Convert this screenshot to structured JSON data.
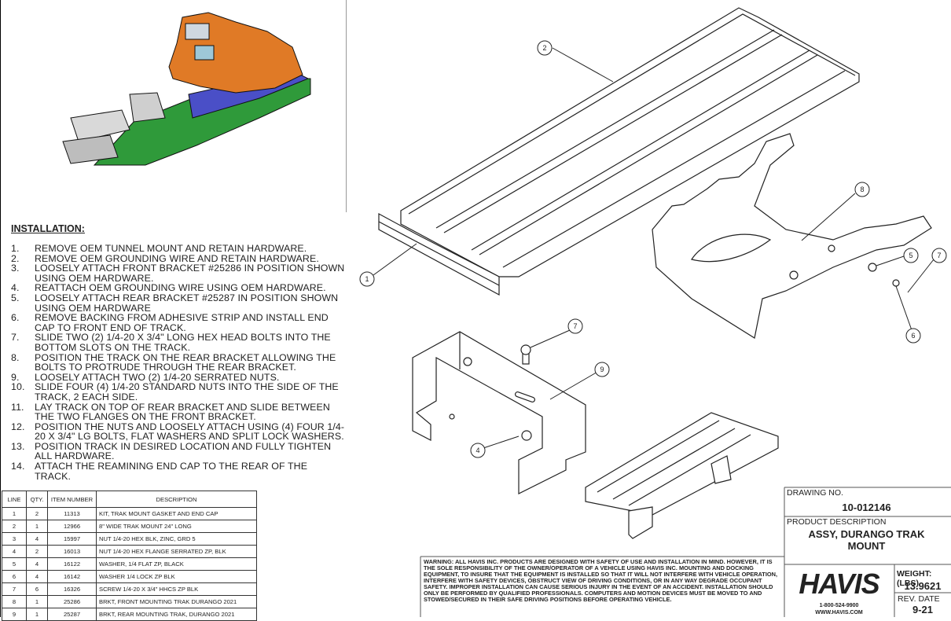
{
  "installation": {
    "heading": "INSTALLATION:",
    "steps": [
      {
        "n": "1.",
        "text": "REMOVE OEM TUNNEL MOUNT AND RETAIN HARDWARE."
      },
      {
        "n": "2.",
        "text": "REMOVE OEM GROUNDING WIRE AND RETAIN HARDWARE."
      },
      {
        "n": "3.",
        "text": "LOOSELY ATTACH FRONT BRACKET #25286 IN POSITION SHOWN USING OEM HARDWARE."
      },
      {
        "n": "4.",
        "text": "REATTACH OEM GROUNDING WIRE USING OEM HARDWARE."
      },
      {
        "n": "5.",
        "text": "LOOSELY ATTACH REAR BRACKET #25287 IN POSITION SHOWN USING OEM HARDWARE"
      },
      {
        "n": "6.",
        "text": "REMOVE BACKING FROM ADHESIVE STRIP AND INSTALL END CAP TO FRONT END OF TRACK."
      },
      {
        "n": "7.",
        "text": "SLIDE TWO (2)  1/4-20 X 3/4\" LONG HEX HEAD BOLTS INTO THE BOTTOM SLOTS ON THE TRACK."
      },
      {
        "n": "8.",
        "text": "POSITION THE TRACK ON THE REAR BRACKET ALLOWING THE BOLTS TO PROTRUDE THROUGH THE REAR BRACKET."
      },
      {
        "n": "9.",
        "text": "LOOSELY ATTACH TWO (2) 1/4-20 SERRATED NUTS."
      },
      {
        "n": "10.",
        "text": "SLIDE FOUR (4) 1/4-20 STANDARD NUTS INTO THE SIDE OF THE TRACK, 2 EACH SIDE."
      },
      {
        "n": "11.",
        "text": "LAY TRACK ON TOP OF REAR BRACKET AND SLIDE BETWEEN THE TWO FLANGES ON THE FRONT BRACKET."
      },
      {
        "n": "12.",
        "text": "POSITION THE NUTS AND LOOSELY ATTACH USING (4) FOUR 1/4-20 X 3/4\" LG BOLTS, FLAT WASHERS AND SPLIT LOCK WASHERS."
      },
      {
        "n": "13.",
        "text": "POSITION TRACK IN DESIRED LOCATION AND FULLY TIGHTEN ALL HARDWARE."
      },
      {
        "n": "14.",
        "text": "ATTACH THE REAMINING END CAP TO THE REAR OF THE TRACK."
      }
    ]
  },
  "bom": {
    "headers": [
      "LINE",
      "QTY.",
      "ITEM NUMBER",
      "DESCRIPTION"
    ],
    "rows": [
      [
        "1",
        "2",
        "11313",
        "KIT, TRAK MOUNT GASKET AND END CAP"
      ],
      [
        "2",
        "1",
        "12966",
        "8\" WIDE TRAK MOUNT 24\" LONG"
      ],
      [
        "3",
        "4",
        "15997",
        "NUT 1/4-20 HEX BLK, ZINC, GRD 5"
      ],
      [
        "4",
        "2",
        "16013",
        "NUT 1/4-20 HEX FLANGE SERRATED ZP, BLK"
      ],
      [
        "5",
        "4",
        "16122",
        "WASHER, 1/4 FLAT ZP, BLACK"
      ],
      [
        "6",
        "4",
        "16142",
        "WASHER 1/4 LOCK ZP BLK"
      ],
      [
        "7",
        "6",
        "16326",
        "SCREW 1/4-20 X 3/4\" HHCS ZP BLK"
      ],
      [
        "8",
        "1",
        "25286",
        "BRKT, FRONT MOUNTING TRAK DURANGO 2021"
      ],
      [
        "9",
        "1",
        "25287",
        "BRKT, REAR MOUNTING TRAK, DURANGO 2021"
      ]
    ]
  },
  "balloons": {
    "b1": "1",
    "b2": "2",
    "b4": "4",
    "b5": "5",
    "b6": "6",
    "b7a": "7",
    "b7b": "7",
    "b8": "8",
    "b9": "9"
  },
  "warning": "WARNING:  ALL HAVIS INC. PRODUCTS ARE DESIGNED WITH SAFETY OF USE AND INSTALLATION IN MIND.  HOWEVER, IT IS THE SOLE RESPONSIBILITY OF THE OWNER/OPERATOR OF A VEHICLE USING HAVIS INC. MOUNTING AND DOCKING EQUIPMENT, TO INSURE THAT THE EQUIPMENT IS INSTALLED SO THAT IT WILL NOT INTERFERE WITH VEHICLE OPERATION, INTERFERE WITH SAFETY DEVICES, OBSTRUCT VIEW OF DRIVING CONDITIONS, OR IN ANY WAY DEGRADE OCCUPANT SAFETY.  IMPROPER INSTALLATION CAN CAUSE SERIOUS INJURY IN THE EVENT OF AN ACCIDENT.  INSTALLATION SHOULD ONLY BE PERFORMED BY QUALIFIED PROFESSIONALS.  COMPUTERS AND MOTION DEVICES MUST BE MOVED TO AND STOWED/SECURED IN THEIR SAFE DRIVING POSITIONS BEFORE OPERATING VEHICLE.",
  "title_block": {
    "drawing_no_label": "DRAWING NO.",
    "drawing_no": "10-012146",
    "product_desc_label": "PRODUCT DESCRIPTION",
    "product_desc_line1": "ASSY, DURANGO TRAK",
    "product_desc_line2": "MOUNT",
    "logo": "HAVIS",
    "phone": "1-800-524-9900",
    "website": "WWW.HAVIS.COM",
    "weight_label": "WEIGHT: (LBS)",
    "weight": "13.9621",
    "rev_label": "REV. DATE",
    "rev": "9-21"
  },
  "colors": {
    "console_orange": "#e07a26",
    "bin_blue": "#4a4fc7",
    "base_green": "#2f9a3a",
    "line": "#222222"
  }
}
